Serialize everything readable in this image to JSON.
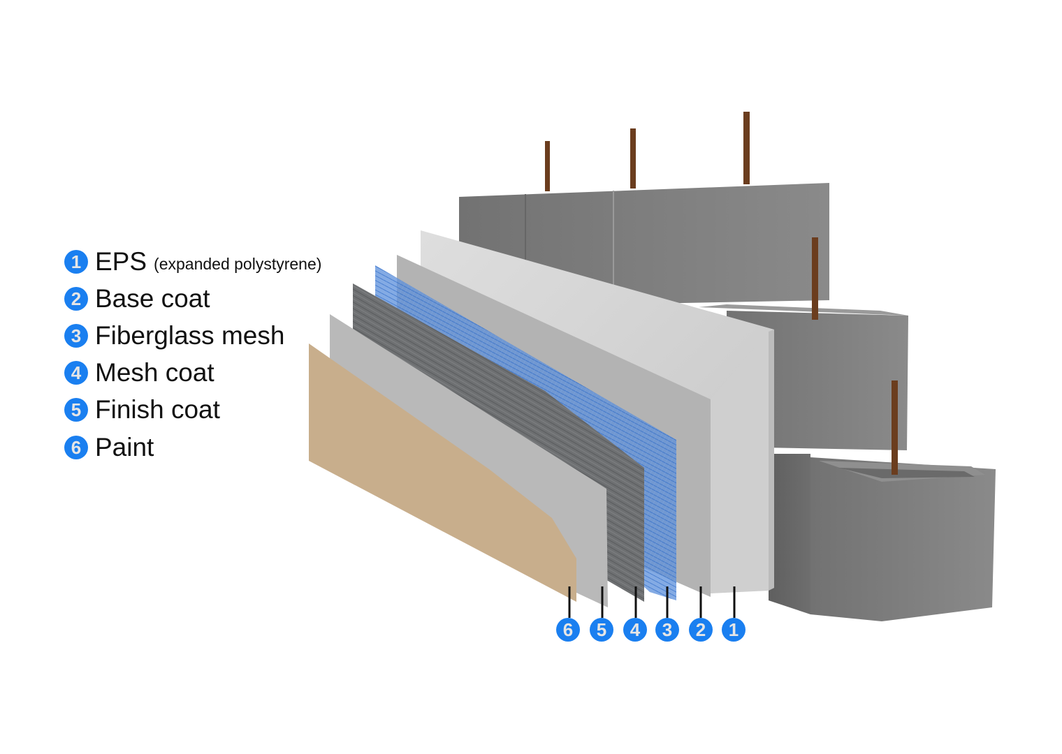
{
  "title": "EIFS wall assembly layers over concrete block",
  "legend": [
    {
      "number": "1",
      "label": "EPS",
      "note": "(expanded polystyrene)"
    },
    {
      "number": "2",
      "label": "Base coat",
      "note": ""
    },
    {
      "number": "3",
      "label": "Fiberglass mesh",
      "note": ""
    },
    {
      "number": "4",
      "label": "Mesh coat",
      "note": ""
    },
    {
      "number": "5",
      "label": "Finish coat",
      "note": ""
    },
    {
      "number": "6",
      "label": "Paint",
      "note": ""
    }
  ],
  "callouts": [
    "6",
    "5",
    "4",
    "3",
    "2",
    "1"
  ],
  "colors": {
    "badge": "#1a7ff0",
    "badge_text": "#e6e6e6",
    "paint": "#c8ae8c",
    "finish_coat": "#bdbdbd",
    "mesh_coat": "#6f7173",
    "fiberglass_mesh": "#4f86d6",
    "base_coat": "#b5b5b5",
    "eps": "#d3d3d3",
    "concrete": "#7d7d7d",
    "rebar": "#6b3d1e"
  }
}
